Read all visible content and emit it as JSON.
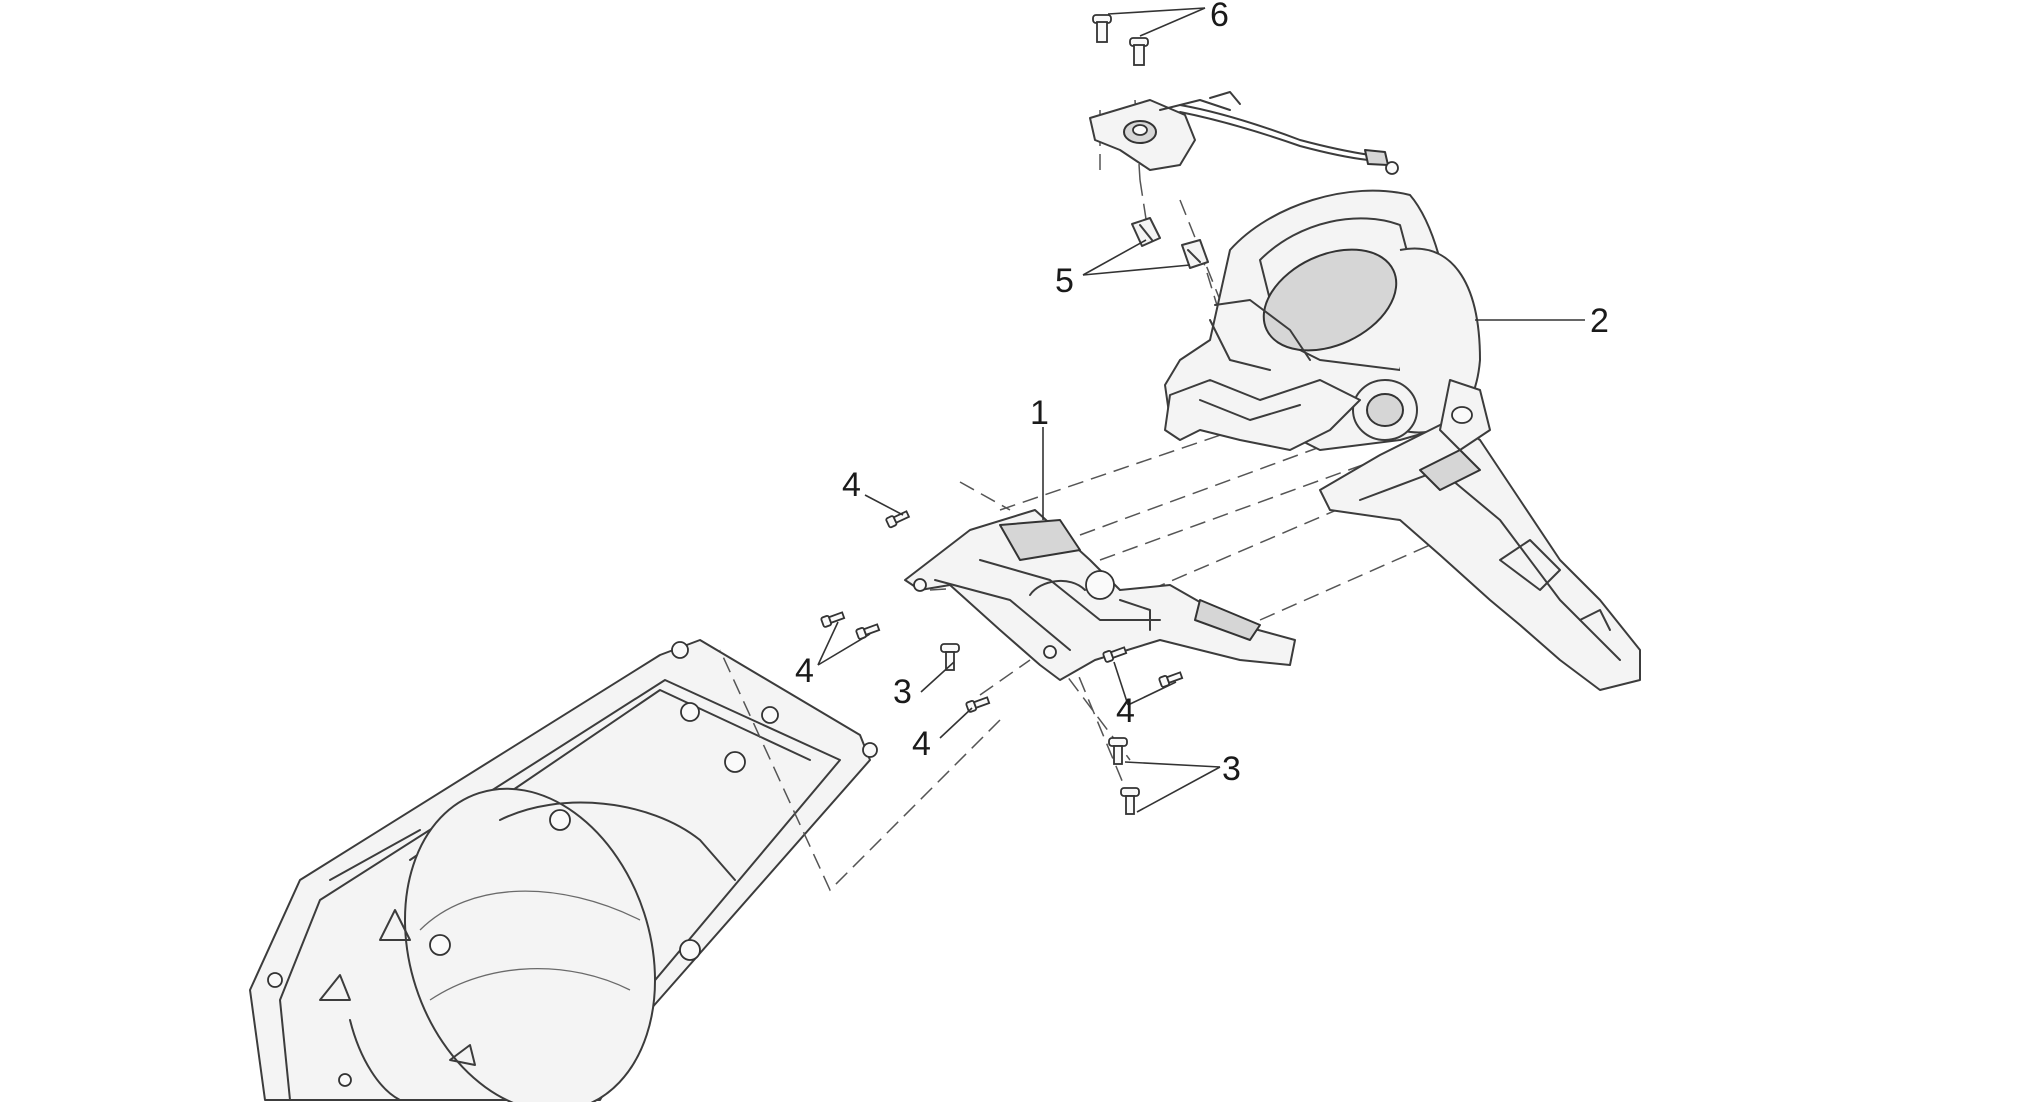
{
  "callouts": {
    "label_1": "1",
    "label_2": "2",
    "label_3a": "3",
    "label_3b": "3",
    "label_4a": "4",
    "label_4b": "4",
    "label_4c": "4",
    "label_4d": "4",
    "label_5": "5",
    "label_6": "6"
  }
}
